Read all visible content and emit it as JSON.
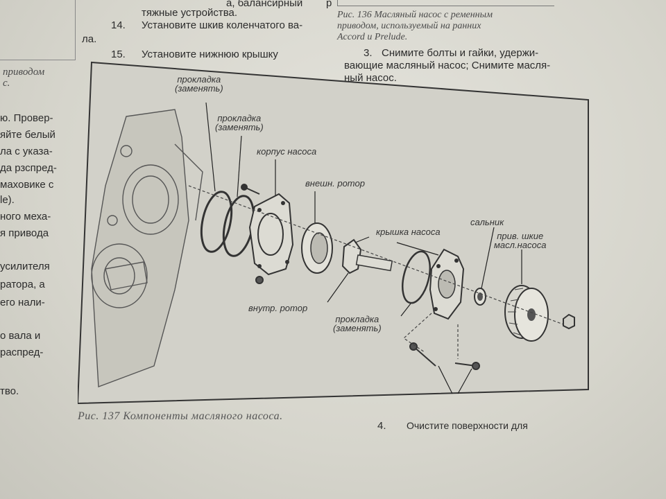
{
  "top_left_fragment": {
    "box_text": "приводом",
    "box_text2": "с."
  },
  "top_text": {
    "line_frag_a": "а, балансирный",
    "line_frag_a2": "р",
    "line_frag_b": "тяжные устройства.",
    "step14_num": "14.",
    "step14_text": "Установите шкив коленчатого ва-",
    "step14_cont": "ла.",
    "step15_num": "15.",
    "step15_text": "Установите нижнюю крышку"
  },
  "top_right_caption": {
    "line1": "Рис. 136 Масляный насос с ременным",
    "line2": "приводом, используемый на ранних",
    "line3": "Accord и Prelude."
  },
  "step3": {
    "num": "3.",
    "line1": "Снимите болты и гайки, удержи-",
    "line2": "вающие масляный насос; Снимите масля-",
    "line3": "ный насос."
  },
  "left_column": [
    "ю. Провер-",
    "яйте белый",
    "ла с указа-",
    "да рзспред-",
    "маховике с",
    "le).",
    "ного меха-",
    "я привода",
    "усилителя",
    "ратора, а",
    "его нали-",
    "о вала и",
    "распред-",
    "тво."
  ],
  "figure": {
    "labels": {
      "gasket1": [
        "прокладка",
        "(заменять)"
      ],
      "gasket2": [
        "прокладка",
        "(заменять)"
      ],
      "housing": "корпус насоса",
      "outer_rotor": "внешн. ротор",
      "pump_cover": "крышка насоса",
      "seal": "сальник",
      "pulley": [
        "прив. шкие",
        "масл.насоса"
      ],
      "inner_rotor": "внутр. ротор",
      "gasket3": [
        "прокладка",
        "(заменять)"
      ]
    },
    "caption": "Рис. 137 Компоненты масляного насоса."
  },
  "step4": {
    "num": "4.",
    "text": "Очистите поверхности для"
  }
}
